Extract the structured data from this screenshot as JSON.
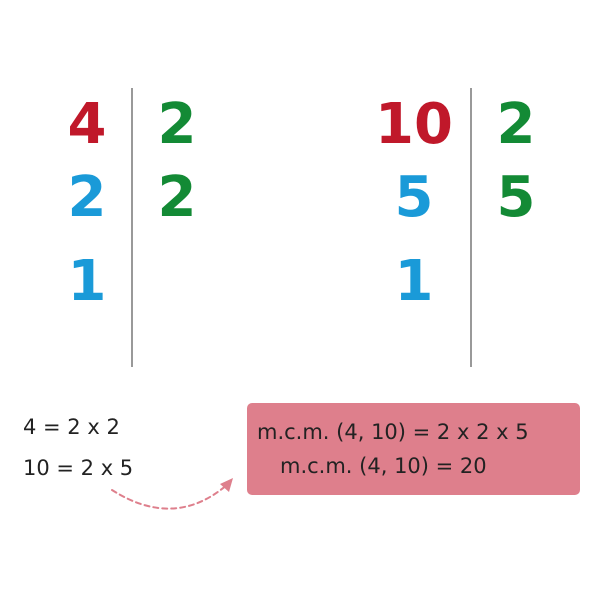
{
  "left_table": {
    "dividends": [
      "4",
      "2",
      "1"
    ],
    "divisors": [
      "2",
      "2"
    ]
  },
  "right_table": {
    "dividends": [
      "10",
      "5",
      "1"
    ],
    "divisors": [
      "2",
      "5"
    ]
  },
  "factorizations": [
    "4 = 2 x 2",
    "10 = 2 x 5"
  ],
  "result": {
    "line1": "m.c.m. (4, 10) = 2 x 2 x 5",
    "line2": "m.c.m. (4, 10) = 20"
  },
  "colors": {
    "dividend_first": "#c0182a",
    "dividend_rest": "#1a9ad8",
    "divisor": "#138a35",
    "result_box": "#de7f8c",
    "arrow": "#de7f8c"
  }
}
